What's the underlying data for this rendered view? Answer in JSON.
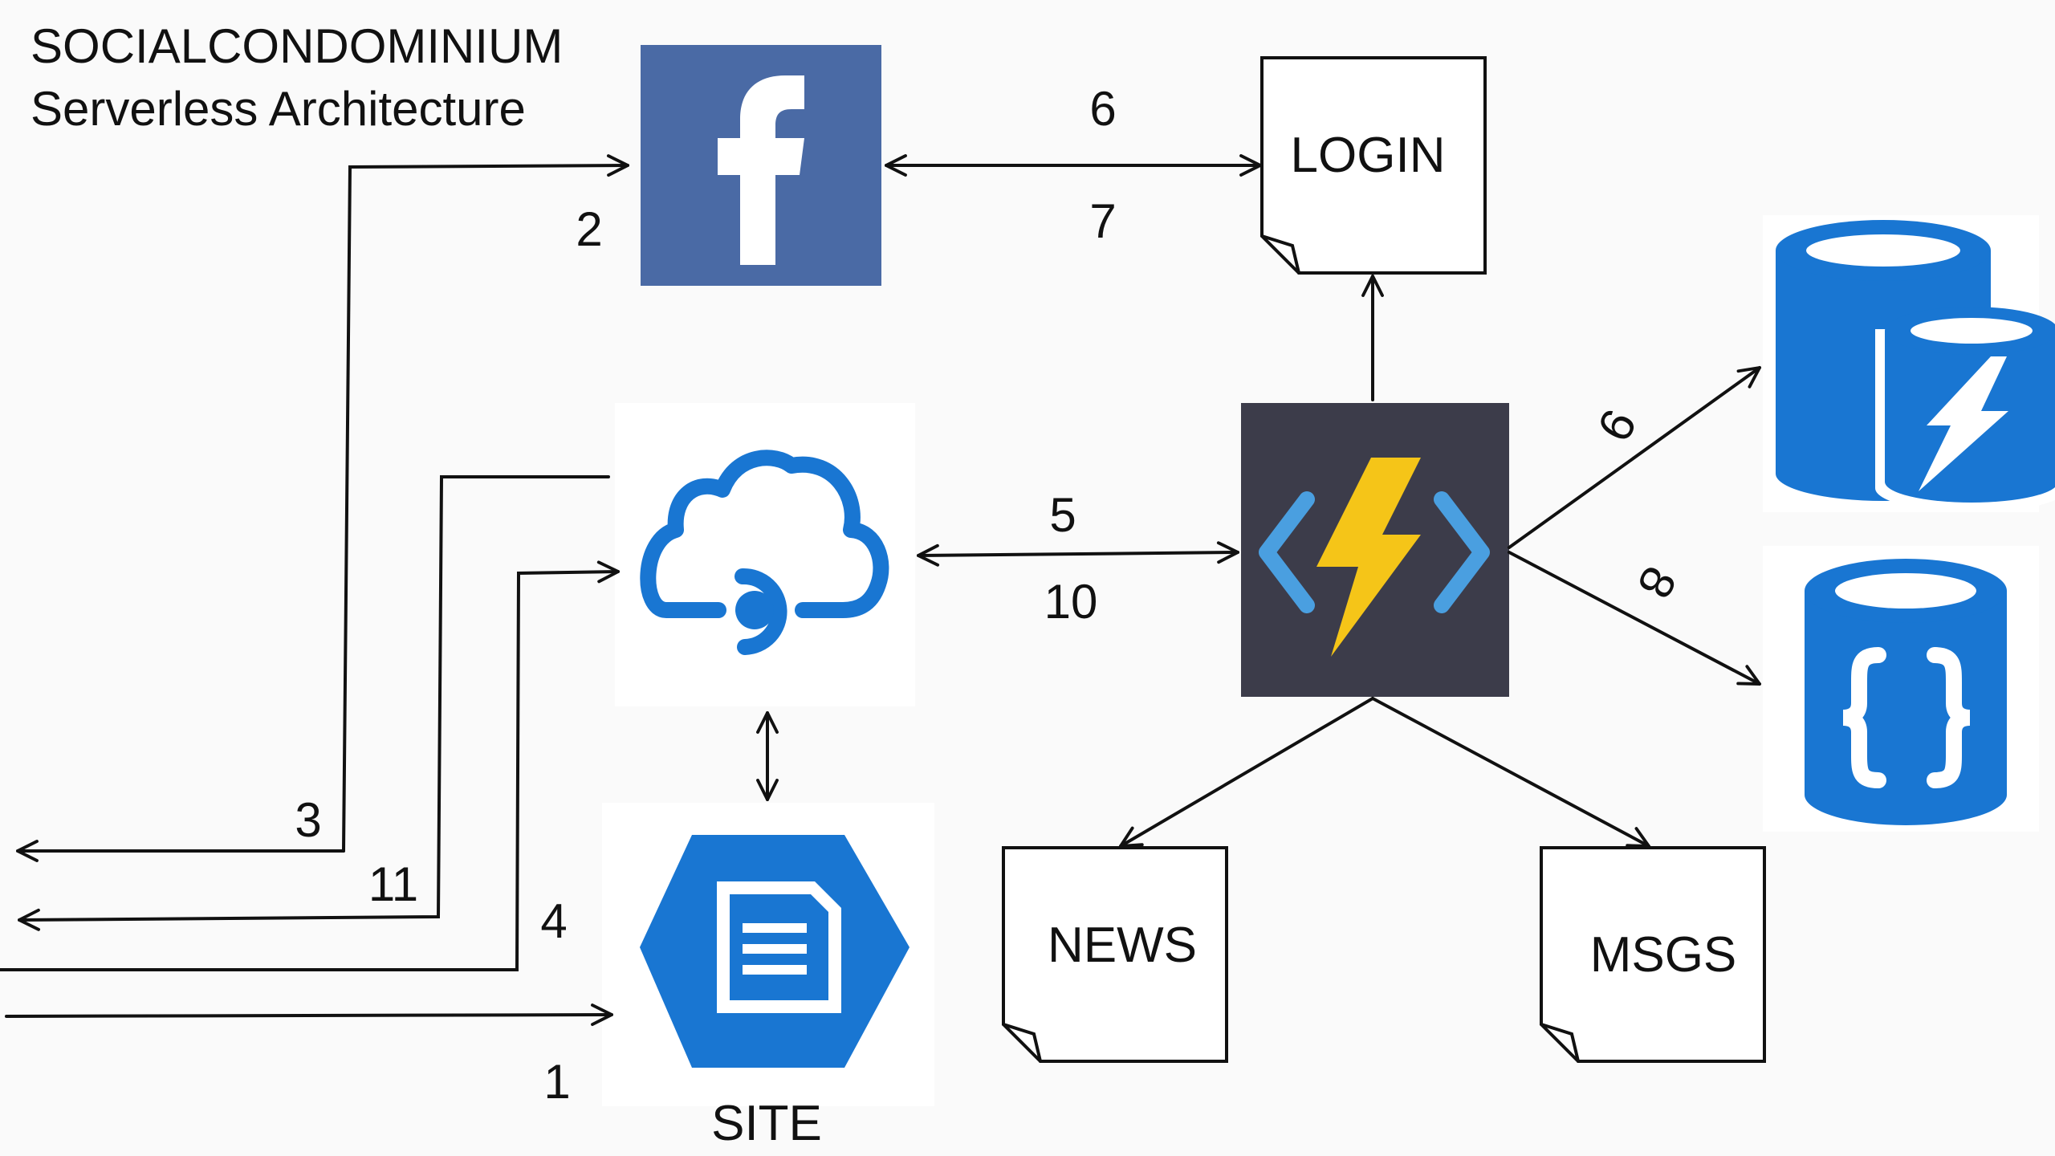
{
  "title": {
    "line1": "SOCIALCONDOMINIUM",
    "line2": "Serverless Architecture"
  },
  "nodes": {
    "facebook": {
      "icon": "facebook-icon",
      "color": "#4a6aa5"
    },
    "auth_service": {
      "icon": "cloud-sync-icon",
      "color": "#1976d2"
    },
    "site": {
      "icon": "static-site-icon",
      "label": "SITE",
      "color": "#1976d2"
    },
    "functions": {
      "icon": "azure-functions-icon",
      "color": "#3c3c4a",
      "bolt_color": "#f5c518",
      "bracket_color": "#4a9fe0"
    },
    "login": {
      "label": "LOGIN"
    },
    "news": {
      "label": "NEWS"
    },
    "msgs": {
      "label": "MSGS"
    },
    "redis_cache": {
      "icon": "cache-database-icon",
      "color": "#1976d2"
    },
    "cosmos_db": {
      "icon": "document-database-icon",
      "color": "#1976d2"
    }
  },
  "flow_numbers": {
    "n1": "1",
    "n2": "2",
    "n3": "3",
    "n4": "4",
    "n5": "5",
    "n6": "6",
    "n7": "7",
    "n8": "8",
    "n9": "9",
    "n10": "10",
    "n11": "11"
  }
}
